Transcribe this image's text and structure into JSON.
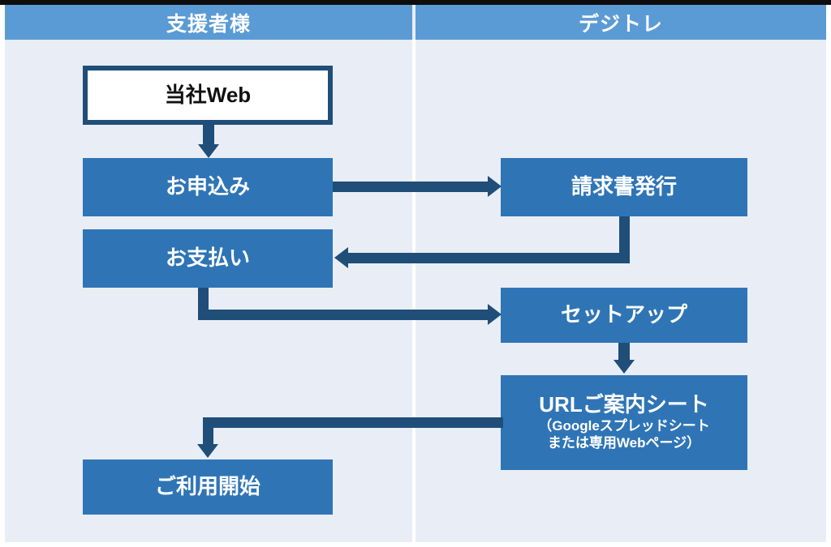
{
  "diagram": {
    "type": "swimlane-flowchart",
    "lanes": [
      {
        "id": "lane-left",
        "label": "支援者様"
      },
      {
        "id": "lane-right",
        "label": "デジトレ"
      }
    ],
    "colors": {
      "lane_header": "#5B9BD5",
      "node_fill": "#2F75B6",
      "node_text": "#FFFFFF",
      "outline_node_fill": "#FFFFFF",
      "outline_node_border": "#1F4E79",
      "connector": "#1F4E79",
      "background": "#E9EDF5",
      "divider": "#FFFFFF"
    },
    "nodes": [
      {
        "id": "tousha-web",
        "lane": "lane-left",
        "label": "当社Web",
        "style": "outline"
      },
      {
        "id": "moushikomi",
        "lane": "lane-left",
        "label": "お申込み",
        "style": "filled"
      },
      {
        "id": "oshiharai",
        "lane": "lane-left",
        "label": "お支払い",
        "style": "filled"
      },
      {
        "id": "goriyou",
        "lane": "lane-left",
        "label": "ご利用開始",
        "style": "filled"
      },
      {
        "id": "seikyusho",
        "lane": "lane-right",
        "label": "請求書発行",
        "style": "filled"
      },
      {
        "id": "setup",
        "lane": "lane-right",
        "label": "セットアップ",
        "style": "filled"
      },
      {
        "id": "url-sheet",
        "lane": "lane-right",
        "label": "URLご案内シート",
        "style": "filled",
        "sublabel_line1": "（Googleスプレッドシート",
        "sublabel_line2": "または専用Webページ）"
      }
    ],
    "edges": [
      {
        "id": "edge-web-to-moushikomi",
        "from": "tousha-web",
        "to": "moushikomi",
        "direction": "down"
      },
      {
        "id": "edge-moushikomi-to-seikyusho",
        "from": "moushikomi",
        "to": "seikyusho",
        "direction": "right"
      },
      {
        "id": "edge-seikyusho-to-oshiharai",
        "from": "seikyusho",
        "to": "oshiharai",
        "direction": "left"
      },
      {
        "id": "edge-oshiharai-to-setup",
        "from": "oshiharai",
        "to": "setup",
        "direction": "right"
      },
      {
        "id": "edge-setup-to-url",
        "from": "setup",
        "to": "url-sheet",
        "direction": "down"
      },
      {
        "id": "edge-url-to-goriyou",
        "from": "url-sheet",
        "to": "goriyou",
        "direction": "left-down"
      }
    ]
  }
}
